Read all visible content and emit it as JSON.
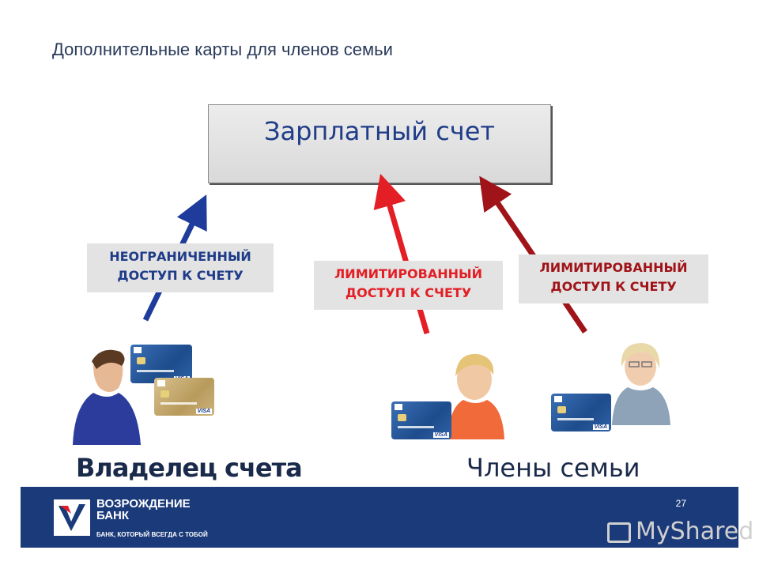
{
  "slide": {
    "title": "Дополнительные карты для членов семьи",
    "page_number": "27"
  },
  "account": {
    "label": "Зарплатный счет"
  },
  "access": {
    "unlimited": "НЕОГРАНИЧЕННЫЙ ДОСТУП К СЧЕТУ",
    "limited_child": "ЛИМИТИРОВАННЫЙ ДОСТУП К СЧЕТУ",
    "limited_spouse": "ЛИМИТИРОВАННЫЙ ДОСТУП К СЧЕТУ"
  },
  "captions": {
    "owner": "Владелец счета",
    "family": "Члены семьи"
  },
  "footer": {
    "brand": "ВОЗРОЖДЕНИЕ БАНК",
    "tagline": "БАНК, КОТОРЫЙ ВСЕГДА С ТОБОЙ"
  },
  "watermark": {
    "text": "MyShared"
  },
  "colors": {
    "arrow_owner": "#1f3c9c",
    "arrow_child": "#e31e24",
    "arrow_spouse": "#a01419",
    "footer_bg": "#1b3a7a"
  },
  "icons": [
    "owner-person",
    "child-person",
    "spouse-person",
    "bank-card",
    "bank-logo",
    "myshared-logo"
  ]
}
